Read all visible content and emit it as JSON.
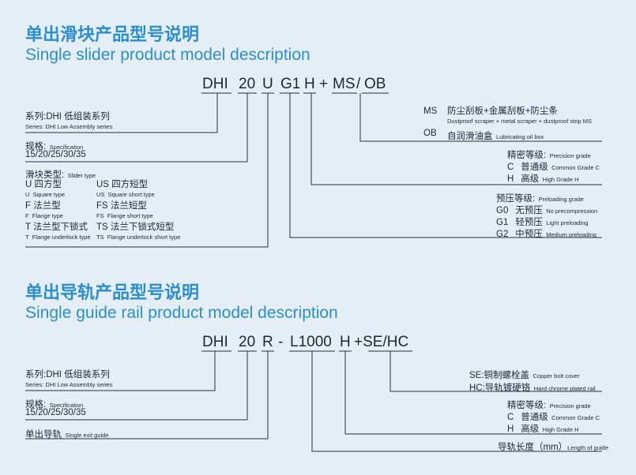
{
  "slider": {
    "title_cn": "单出滑块产品型号说明",
    "title_en": "Single slider product model description",
    "code": [
      "DHI",
      "20",
      "U",
      "G1",
      "H",
      "+",
      "MS",
      "/",
      "OB"
    ],
    "series_cn": "系列:DHI 低组装系列",
    "series_en": "Series: DHI Low Assembly series",
    "spec_cn": "规格:",
    "spec_en": "Specification",
    "spec_sizes": "15/20/25/30/35",
    "type_cn": "滑块类型:",
    "type_en": "Slider type",
    "types": [
      {
        "code": "U",
        "cn": "四方型",
        "en": "Square type"
      },
      {
        "code": "US",
        "cn": "四方短型",
        "en": "Square short type"
      },
      {
        "code": "F",
        "cn": "法兰型",
        "en": "Flange type"
      },
      {
        "code": "FS",
        "cn": "法兰短型",
        "en": "Flange short type"
      },
      {
        "code": "T",
        "cn": "法兰型下锁式",
        "en": "Flange underlock type"
      },
      {
        "code": "TS",
        "cn": "法兰下锁式短型",
        "en": "Flange underlock short type"
      }
    ],
    "options": [
      {
        "code": "MS",
        "cn": "防尘刮板+金属刮板+防尘条",
        "en": "Dustproof scraper + metal scraper + dustproof strip MS"
      },
      {
        "code": "OB",
        "cn": "自润滑油盒",
        "en": "Lubricating oil box"
      }
    ],
    "precision": {
      "title_cn": "精密等级:",
      "title_en": "Precision grade",
      "items": [
        {
          "code": "C",
          "cn": "普通级",
          "en": "Common Grade C"
        },
        {
          "code": "H",
          "cn": "高级",
          "en": "High Grade H"
        }
      ]
    },
    "preload": {
      "title_cn": "预压等级:",
      "title_en": "Preloading grade",
      "items": [
        {
          "code": "G0",
          "cn": "无预压",
          "en": "No precompression"
        },
        {
          "code": "G1",
          "cn": "轻预压",
          "en": "Light preloading"
        },
        {
          "code": "G2",
          "cn": "中预压",
          "en": "Medium preloading"
        }
      ]
    }
  },
  "rail": {
    "title_cn": "单出导轨产品型号说明",
    "title_en": "Single guide rail product model description",
    "code": [
      "DHI",
      "20",
      "R",
      "-",
      "L1000",
      "H",
      "+SE/HC"
    ],
    "series_cn": "系列:DHI 低组装系列",
    "series_en": "Series: DHI Low Assembly series",
    "spec_cn": "规格:",
    "spec_en": "Specification",
    "spec_sizes": "15/20/25/30/35",
    "type_cn": "单出导轨",
    "type_en": "Single exit guide",
    "options": [
      {
        "code": "SE:",
        "cn": "铜制螺栓盖",
        "en": "Copper bolt cover"
      },
      {
        "code": "HC:",
        "cn": "导轨镀硬铬",
        "en": "Hard chrome plated rail"
      }
    ],
    "precision": {
      "title_cn": "精密等级:",
      "title_en": "Precision grade",
      "items": [
        {
          "code": "C",
          "cn": "普通级",
          "en": "Common Grade C"
        },
        {
          "code": "H",
          "cn": "高级",
          "en": "High Grade H"
        }
      ]
    },
    "length_cn": "导轨长度（mm）",
    "length_en": "Length of guide"
  }
}
